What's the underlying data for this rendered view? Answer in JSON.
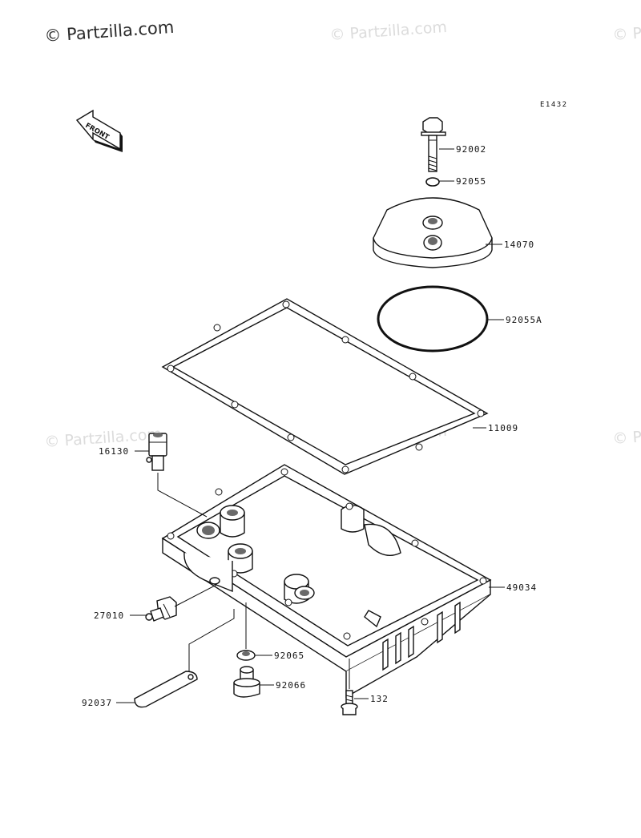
{
  "watermark": {
    "main": "© Partzilla.com",
    "tile": "© Partzilla.com"
  },
  "diagram_code": "E1432",
  "front_label": "FRONT",
  "callouts": [
    {
      "part": "92002",
      "name": "bolt"
    },
    {
      "part": "92055",
      "name": "o-ring-small"
    },
    {
      "part": "14070",
      "name": "cover"
    },
    {
      "part": "92055A",
      "name": "o-ring-large"
    },
    {
      "part": "11009",
      "name": "gasket"
    },
    {
      "part": "16130",
      "name": "fitting"
    },
    {
      "part": "49034",
      "name": "oil-pan"
    },
    {
      "part": "27010",
      "name": "switch"
    },
    {
      "part": "92065",
      "name": "washer"
    },
    {
      "part": "92066",
      "name": "drain-plug"
    },
    {
      "part": "92037",
      "name": "clamp"
    },
    {
      "part": "132",
      "name": "flange-bolt"
    }
  ]
}
